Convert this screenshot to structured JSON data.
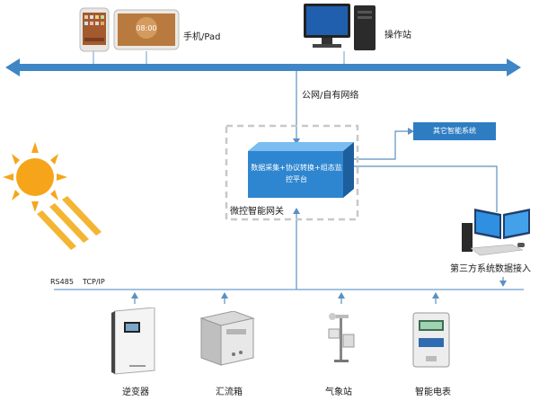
{
  "top_labels": {
    "phone_pad": "手机/Pad",
    "workstation": "操作站",
    "network": "公网/自有网络"
  },
  "gateway": {
    "platform_text": "数据采集+协议转换+组态监控平台",
    "name": "微控智能网关"
  },
  "other_systems": "其它智能系统",
  "third_party": "第三方系统数据接入",
  "bus_labels": {
    "rs485": "RS485",
    "tcpip": "TCP/IP"
  },
  "devices": [
    {
      "label": "逆变器",
      "icon": "inverter-icon"
    },
    {
      "label": "汇流箱",
      "icon": "combiner-box-icon"
    },
    {
      "label": "气象站",
      "icon": "weather-station-icon"
    },
    {
      "label": "智能电表",
      "icon": "smart-meter-icon"
    }
  ],
  "screen_texts": {
    "tablet_clock": "08:00"
  },
  "colors": {
    "bus": "#3f86c6",
    "box_front": "#2f86d0",
    "other_box": "#2e7dc3",
    "sun": "#f6a51b"
  }
}
